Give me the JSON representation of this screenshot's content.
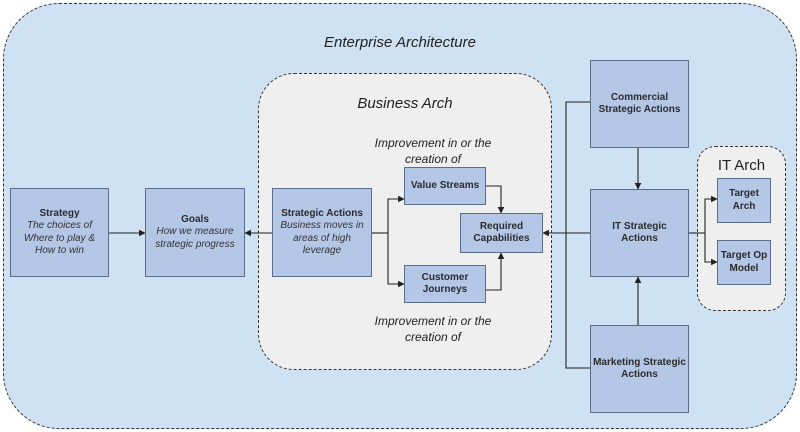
{
  "regions": {
    "enterprise": "Enterprise Architecture",
    "business": "Business Arch",
    "it": "IT Arch"
  },
  "boxes": {
    "strategy": {
      "title": "Strategy",
      "sub": "The choices of Where to play & How to win"
    },
    "goals": {
      "title": "Goals",
      "sub": "How we measure strategic progress"
    },
    "strategic_actions": {
      "title": "Strategic Actions",
      "sub": "Business moves in areas of high leverage"
    },
    "value_streams": {
      "title": "Value Streams"
    },
    "customer_journeys": {
      "title": "Customer Journeys"
    },
    "required_capabilities": {
      "title": "Required Capabilities"
    },
    "commercial": {
      "title": "Commercial Strategic Actions"
    },
    "it_strategic": {
      "title": "IT Strategic Actions"
    },
    "marketing": {
      "title": "Marketing Strategic Actions"
    },
    "target_arch": {
      "title": "Target Arch"
    },
    "target_op_model": {
      "title": "Target Op Model"
    }
  },
  "annotations": {
    "top": "Improvement in or the creation of",
    "bottom": "Improvement in or the creation of"
  },
  "colors": {
    "enterprise_fill": "#cfe2f3",
    "business_fill": "#efefef",
    "box_fill": "#b4c7e7",
    "box_border": "#5a6e8c"
  }
}
